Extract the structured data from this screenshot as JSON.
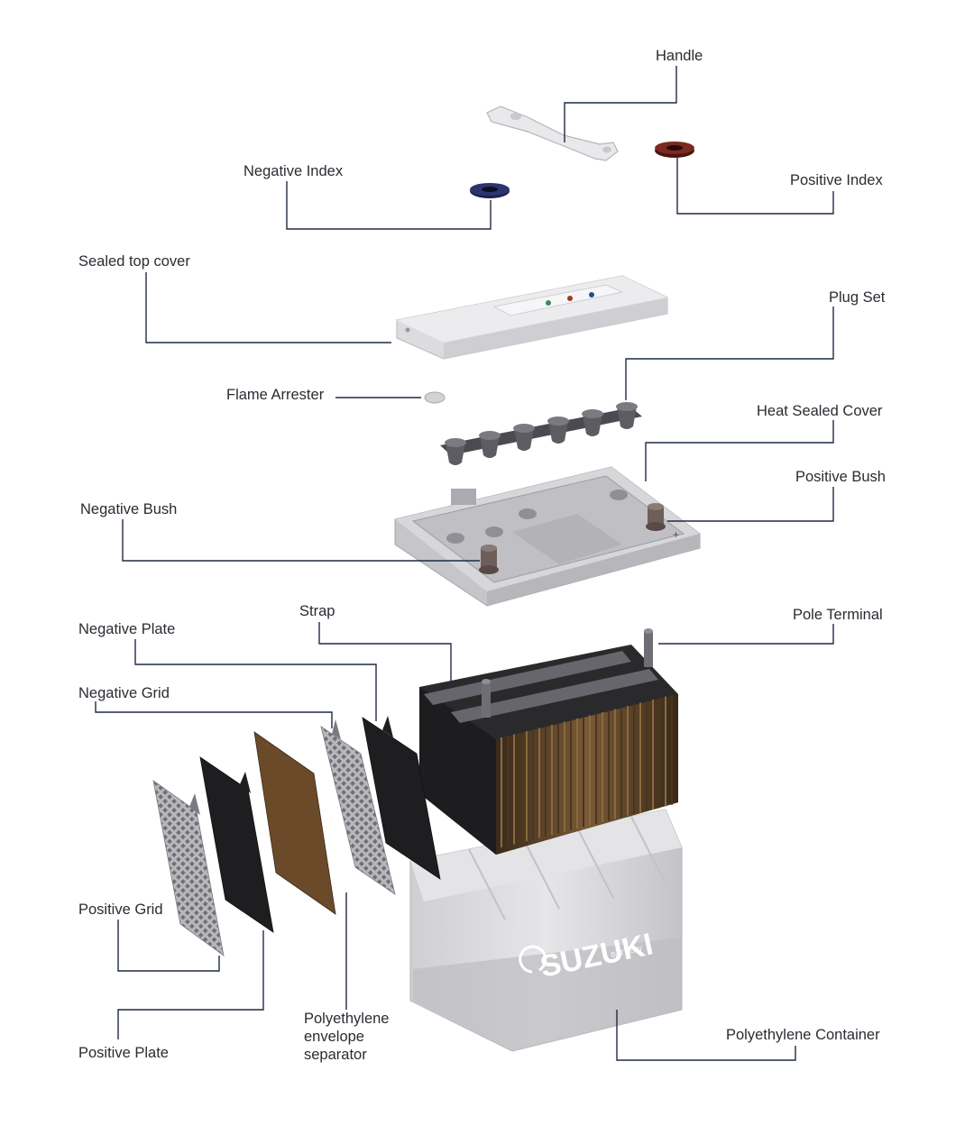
{
  "labels": {
    "handle": "Handle",
    "negative_index": "Negative Index",
    "positive_index": "Positive Index",
    "sealed_top_cover": "Sealed top cover",
    "plug_set": "Plug Set",
    "flame_arrester": "Flame Arrester",
    "heat_sealed_cover": "Heat Sealed Cover",
    "positive_bush": "Positive Bush",
    "negative_bush": "Negative  Bush",
    "strap": "Strap",
    "pole_terminal": "Pole Terminal",
    "negative_plate": "Negative Plate",
    "negative_grid": "Negative Grid",
    "positive_grid": "Positive Grid",
    "positive_plate": "Positive Plate",
    "polyethylene_separator": "Polyethylene envelope separator",
    "polyethylene_container": "Polyethylene Container"
  },
  "brand": {
    "name": "SUZUKI",
    "sub": "BATTERY"
  },
  "colors": {
    "leader": "#1f2a44",
    "label_text": "#2b2b33",
    "negative_index": "#1c2250",
    "positive_index": "#5a1a15",
    "plate_dark": "#1e1e20",
    "plate_brown": "#6b4a2a",
    "grid_gray": "#8a8a8e",
    "container": "#d9d9db"
  }
}
